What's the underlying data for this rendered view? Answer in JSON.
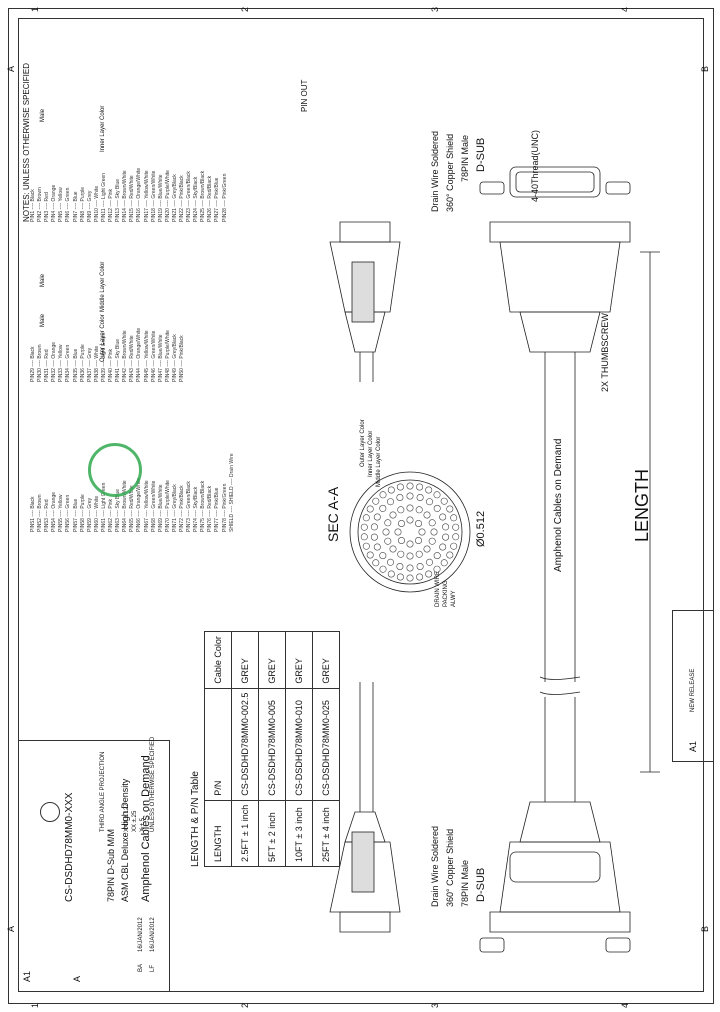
{
  "grid": {
    "letters": [
      "A",
      "B"
    ],
    "numbers": [
      "1",
      "2",
      "3",
      "4"
    ]
  },
  "notes_header": "NOTES: UNLESS OTHERWISE SPECIFIED",
  "pin_out": {
    "title": "PIN OUT",
    "columns": [
      "Male",
      "Inner Layer Color",
      "Male",
      "Middle Layer Color",
      "Male",
      "Outer Layer Color"
    ],
    "inner": [
      "PIN1 ---- Black",
      "PIN2 ---- Brown",
      "PIN3 ---- Red",
      "PIN4 ---- Orange",
      "PIN5 ---- Yellow",
      "PIN6 ---- Green",
      "PIN7 ---- Blue",
      "PIN8 ---- Purple",
      "PIN9 ---- Grey",
      "PIN10 ---- White",
      "PIN11 ---- Light Green",
      "PIN12 ---- Pink",
      "PIN13 ---- Sky Blue",
      "PIN14 ---- Brown/White",
      "PIN15 ---- Red/White",
      "PIN16 ---- Orange/White",
      "PIN17 ---- Yellow/White",
      "PIN18 ---- Green/White",
      "PIN19 ---- Blue/White",
      "PIN20 ---- Purple/White",
      "PIN21 ---- Grey/Black",
      "PIN22 ---- Pink/Black",
      "PIN23 ---- Green/Black",
      "PIN24 ---- Sky/Black",
      "PIN25 ---- Brown/Black",
      "PIN26 ---- Red/Black",
      "PIN27 ---- Pink/Blue",
      "PIN28 ---- Pink/Green"
    ],
    "middle": [
      "PIN29 ---- Black",
      "PIN30 ---- Brown",
      "PIN31 ---- Red",
      "PIN32 ---- Orange",
      "PIN33 ---- Yellow",
      "PIN34 ---- Green",
      "PIN35 ---- Blue",
      "PIN36 ---- Purple",
      "PIN37 ---- Grey",
      "PIN38 ---- White",
      "PIN39 ---- Light Green",
      "PIN40 ---- Pink",
      "PIN41 ---- Sky Blue",
      "PIN42 ---- Brown/White",
      "PIN43 ---- Red/White",
      "PIN44 ---- Orange/White",
      "PIN45 ---- Yellow/White",
      "PIN46 ---- Green/White",
      "PIN47 ---- Blue/White",
      "PIN48 ---- Purple/White",
      "PIN49 ---- Grey/Black",
      "PIN50 ---- Pink/Black"
    ],
    "outer": [
      "PIN51 ---- Black",
      "PIN52 ---- Brown",
      "PIN53 ---- Red",
      "PIN54 ---- Orange",
      "PIN55 ---- Yellow",
      "PIN56 ---- Green",
      "PIN57 ---- Blue",
      "PIN58 ---- Purple",
      "PIN59 ---- Grey",
      "PIN60 ---- White",
      "PIN61 ---- Light Green",
      "PIN62 ---- Pink",
      "PIN63 ---- Sky Blue",
      "PIN64 ---- Brown/White",
      "PIN65 ---- Red/White",
      "PIN66 ---- Orange/White",
      "PIN67 ---- Yellow/White",
      "PIN68 ---- Green/White",
      "PIN69 ---- Blue/White",
      "PIN70 ---- Purple/White",
      "PIN71 ---- Grey/Black",
      "PIN72 ---- Pink/Black",
      "PIN73 ---- Green/Black",
      "PIN74 ---- Sky/Black",
      "PIN75 ---- Brown/Black",
      "PIN76 ---- Red/Black",
      "PIN77 ---- Pink/Blue",
      "PIN78 ---- Pink/Green",
      "SHIELD ---- SHIELD ---- Drain Wire"
    ]
  },
  "left_connector": {
    "dsub": "D-SUB",
    "pins": "78PIN Male",
    "shield": "360° Copper Shield",
    "drain": "Drain Wire Soldered"
  },
  "right_connector": {
    "dsub": "D-SUB",
    "pins": "78PIN Male",
    "shield": "360° Copper Shield",
    "drain": "Drain Wire Soldered"
  },
  "thread_label": "4-40Thread(UNC)",
  "thumbscrew_label": "2X THUMBSCREW",
  "cable_label": "Amphenol Cables on Demand",
  "length_label": "LENGTH",
  "section_label": "SEC A-A",
  "diameter_label": "Ø0.512",
  "section_callouts": [
    "Outer Layer Color",
    "Inner Layer Color",
    "Middle Layer Color"
  ],
  "jacket_callouts": [
    "DRAIN WIRE",
    "PACKING",
    "ALWY"
  ],
  "length_table": {
    "title": "LENGTH & P/N Table",
    "headers": [
      "LENGTH",
      "P/N",
      "Cable Color"
    ],
    "rows": [
      [
        "2.5FT ± 1 inch",
        "CS-DSDHD78MM0-002.5",
        "GREY"
      ],
      [
        "5FT ± 2 inch",
        "CS-DSDHD78MM0-005",
        "GREY"
      ],
      [
        "10FT ± 3 inch",
        "CS-DSDHD78MM0-010",
        "GREY"
      ],
      [
        "25FT ± 4 inch",
        "CS-DSDHD78MM0-025",
        "GREY"
      ]
    ]
  },
  "title_block": {
    "company": "Amphenol Cables on Demand",
    "description_1": "ASM CBL Deluxe High Density",
    "description_2": "78PIN D-Sub M/M",
    "part_number": "CS-DSDHD78MM0-XXX",
    "drawn": "LF",
    "drawn_date": "16/JAN/2012",
    "checked": "BA",
    "checked_date": "16/JAN/2012",
    "size": "A",
    "rev": "A1",
    "tolerance_header": "UNLESS OTHERWISE SPECIFIED",
    "tolerances": [
      "X ±.5",
      "XX ±.25",
      "XXX ±.127"
    ],
    "third_angle": "THIRD ANGLE PROJECTION"
  },
  "revision_block": {
    "rev": "A1",
    "description": "NEW RELEASE"
  },
  "colors": {
    "line": "#222222",
    "stamp": "#2fa84f",
    "shield_hatch": "#555555"
  },
  "icons": [
    "third-angle-projection-icon",
    "rohs-stamp-icon"
  ]
}
